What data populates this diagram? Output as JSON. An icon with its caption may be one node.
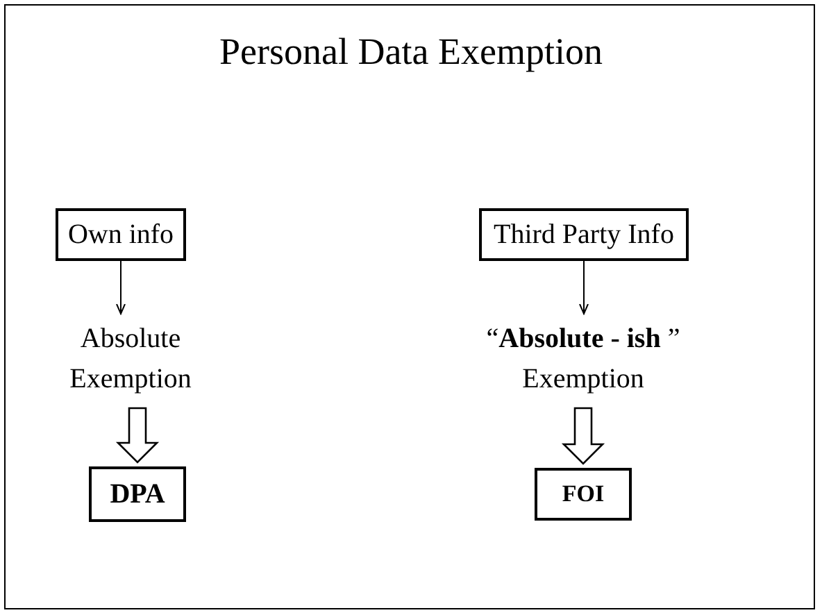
{
  "diagram": {
    "title": "Personal Data Exemption",
    "nodes": [
      {
        "text": [
          "Own info"
        ]
      },
      {
        "text": [
          "Absolute Exemption"
        ]
      },
      {
        "text": [
          "DPA"
        ]
      },
      {
        "text": [
          "Third Party Info"
        ]
      },
      {
        "text": [
          "“**Absolute - ish** ” Exemption"
        ]
      },
      {
        "text": [
          "FOI"
        ]
      }
    ],
    "edges": [
      {
        "from": 0,
        "to": 1,
        "arrow": "to"
      },
      {
        "from": 1,
        "to": 2,
        "arrow": "to",
        "style": "thick"
      },
      {
        "from": 3,
        "to": 4,
        "arrow": "to"
      },
      {
        "from": 4,
        "to": 5,
        "arrow": "to",
        "style": "thick"
      }
    ]
  }
}
